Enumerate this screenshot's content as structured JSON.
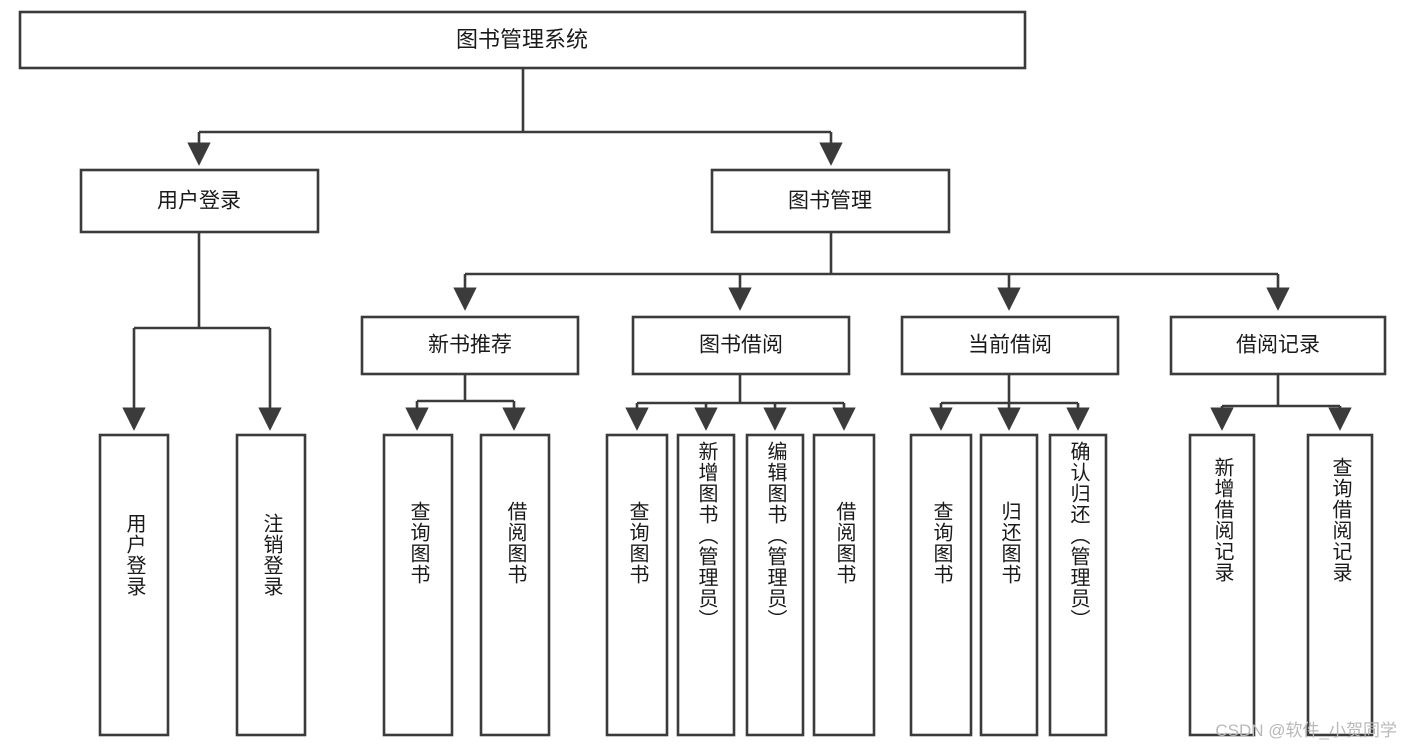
{
  "diagram": {
    "type": "tree-hierarchy",
    "title": "图书管理系统",
    "watermark": "CSDN @软件_小贺同学",
    "colors": {
      "stroke": "#3b3b3b",
      "node_fill": "#ffffff",
      "text": "#1a1a1a",
      "watermark": "#b9b9b9",
      "background": "#ffffff"
    },
    "levels": {
      "root": {
        "label": "图书管理系统"
      },
      "level1": [
        {
          "id": "user-login",
          "label": "用户登录"
        },
        {
          "id": "book-management",
          "label": "图书管理"
        }
      ],
      "level2": [
        {
          "id": "new-book-recommend",
          "label": "新书推荐",
          "parent": "book-management"
        },
        {
          "id": "book-borrow",
          "label": "图书借阅",
          "parent": "book-management"
        },
        {
          "id": "current-borrow",
          "label": "当前借阅",
          "parent": "book-management"
        },
        {
          "id": "borrow-record",
          "label": "借阅记录",
          "parent": "book-management"
        }
      ],
      "leaves": {
        "user-login": [
          {
            "id": "leaf-user-login",
            "label": "用户登录"
          },
          {
            "id": "leaf-logout-login",
            "label": "注销登录"
          }
        ],
        "new-book-recommend": [
          {
            "id": "leaf-query-book-1",
            "label": "查询图书"
          },
          {
            "id": "leaf-borrow-book-1",
            "label": "借阅图书"
          }
        ],
        "book-borrow": [
          {
            "id": "leaf-query-book-2",
            "label": "查询图书"
          },
          {
            "id": "leaf-add-book",
            "label": "新增图书（管理员）"
          },
          {
            "id": "leaf-edit-book",
            "label": "编辑图书（管理员）"
          },
          {
            "id": "leaf-borrow-book-2",
            "label": "借阅图书"
          }
        ],
        "current-borrow": [
          {
            "id": "leaf-query-book-3",
            "label": "查询图书"
          },
          {
            "id": "leaf-return-book",
            "label": "归还图书"
          },
          {
            "id": "leaf-confirm-return",
            "label": "确认归还（管理员）"
          }
        ],
        "borrow-record": [
          {
            "id": "leaf-add-record",
            "label": "新增借阅记录"
          },
          {
            "id": "leaf-query-record",
            "label": "查询借阅记录"
          }
        ]
      }
    }
  }
}
